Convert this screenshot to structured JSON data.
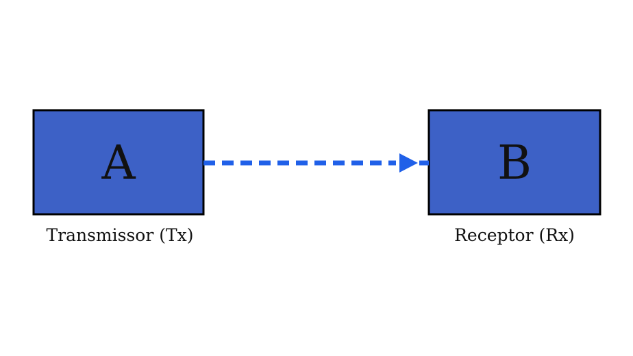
{
  "diagram": {
    "title": "",
    "nodes": [
      {
        "id": "A",
        "letter": "A",
        "label": "Transmissor (Tx)",
        "role": "transmitter"
      },
      {
        "id": "B",
        "letter": "B",
        "label": "Receptor (Rx)",
        "role": "receiver"
      }
    ],
    "edge": {
      "from": "A",
      "to": "B",
      "line_style": "dashed",
      "arrowhead": "filled-triangle",
      "direction": "left-to-right"
    }
  },
  "colors": {
    "background": "#ffffff",
    "box_fill": "#3d61c6",
    "box_border": "#000000",
    "arrow": "#2060e8",
    "text": "#111111"
  }
}
